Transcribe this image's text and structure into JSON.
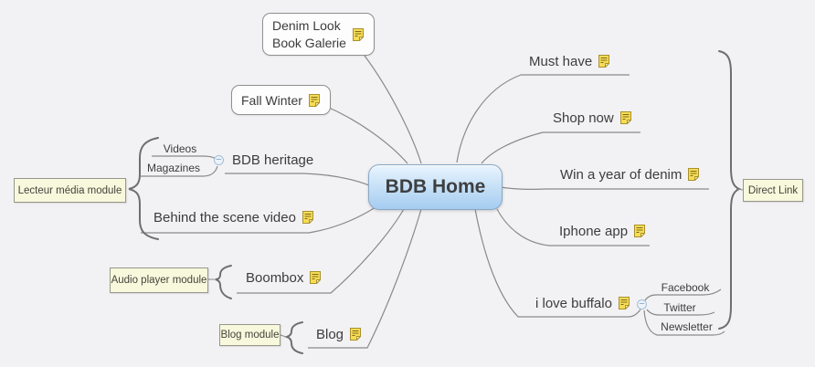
{
  "root": {
    "label": "BDB Home"
  },
  "left": {
    "denim": {
      "line1": "Denim Look",
      "line2": "Book Galerie"
    },
    "fall_winter": {
      "label": "Fall Winter"
    },
    "bdb_heritage": {
      "label": "BDB heritage"
    },
    "videos": {
      "label": "Videos"
    },
    "magazines": {
      "label": "Magazines"
    },
    "behind_scene": {
      "label": "Behind the scene video"
    },
    "boombox": {
      "label": "Boombox"
    },
    "blog": {
      "label": "Blog"
    }
  },
  "right": {
    "must_have": {
      "label": "Must have"
    },
    "shop_now": {
      "label": "Shop now"
    },
    "win_denim": {
      "label": "Win a year of denim"
    },
    "iphone_app": {
      "label": "Iphone app"
    },
    "i_love_buffalo": {
      "label": "i love buffalo"
    },
    "facebook": {
      "label": "Facebook"
    },
    "twitter": {
      "label": "Twitter"
    },
    "newsletter": {
      "label": "Newsletter"
    }
  },
  "callouts": {
    "lecteur": {
      "label": "Lecteur média module"
    },
    "audio": {
      "label": "Audio player module"
    },
    "blog": {
      "label": "Blog module"
    },
    "direct_link": {
      "label": "Direct Link"
    }
  },
  "icons": {
    "note": "note-icon",
    "collapse_glyph": "−"
  },
  "colors": {
    "background": "#f2f2f4",
    "root_gradient_top": "#e9f5fe",
    "root_gradient_bottom": "#a5ccf0",
    "root_border": "#89a8c4",
    "note_fill": "#f6dd55",
    "note_border": "#a8902c",
    "callout_bg": "#f8f8dd",
    "line": "#8a8a8a",
    "brace": "#6f6f6f"
  }
}
